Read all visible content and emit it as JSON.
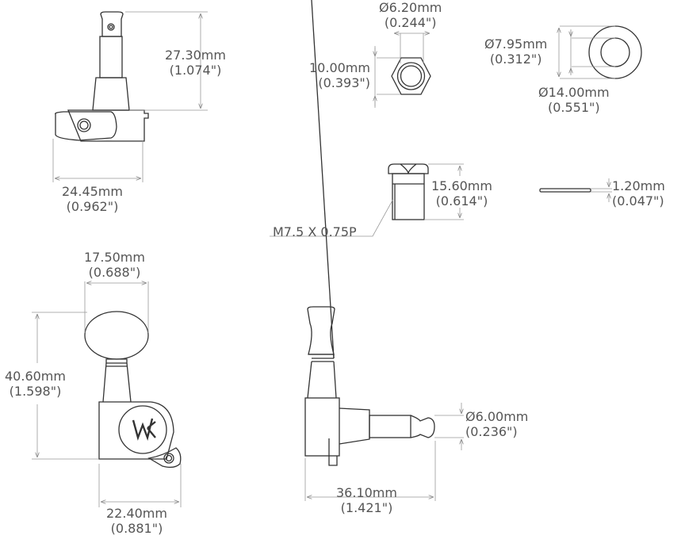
{
  "drawing": {
    "colors": {
      "line": "#333333",
      "dim": "#999999",
      "text": "#555555",
      "background": "#ffffff"
    },
    "views": {
      "top_tuner": {
        "height": {
          "mm": "27.30mm",
          "in": "(1.074\")"
        },
        "width": {
          "mm": "24.45mm",
          "in": "(0.962\")"
        }
      },
      "hex_nut": {
        "inner_diameter": {
          "mm": "Ø6.20mm",
          "in": "(0.244\")"
        },
        "across_flats": {
          "mm": "10.00mm",
          "in": "(0.393\")"
        }
      },
      "washer": {
        "inner_diameter": {
          "mm": "Ø7.95mm",
          "in": "(0.312\")"
        },
        "outer_diameter": {
          "mm": "Ø14.00mm",
          "in": "(0.551\")"
        }
      },
      "bushing": {
        "height": {
          "mm": "15.60mm",
          "in": "(0.614\")"
        },
        "thread": "M7.5 X 0.75P"
      },
      "washer_side": {
        "thickness": {
          "mm": "1.20mm",
          "in": "(0.047\")"
        }
      },
      "front_tuner": {
        "button_width": {
          "mm": "17.50mm",
          "in": "(0.688\")"
        },
        "height": {
          "mm": "40.60mm",
          "in": "(1.598\")"
        },
        "base_width": {
          "mm": "22.40mm",
          "in": "(0.881\")"
        },
        "logo": "WK"
      },
      "side_tuner": {
        "post_diameter": {
          "mm": "Ø6.00mm",
          "in": "(0.236\")"
        },
        "length": {
          "mm": "36.10mm",
          "in": "(1.421\")"
        }
      }
    }
  }
}
